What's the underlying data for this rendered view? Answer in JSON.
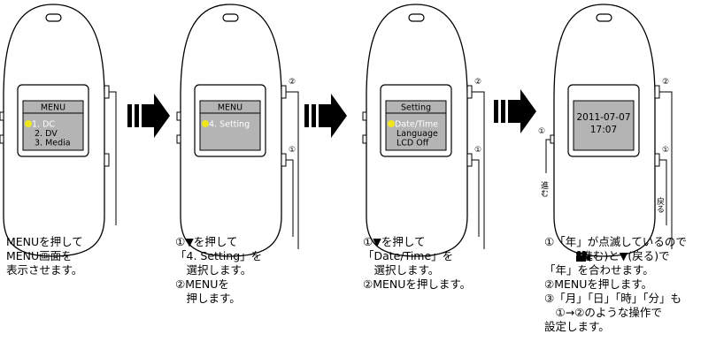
{
  "steps": [
    {
      "menu_header": "MENU",
      "menu_items": [
        "1. DC",
        "2. DV",
        "3. Media"
      ],
      "caption": [
        "MENUを押して",
        "MENU画面を",
        "表示させます。"
      ]
    },
    {
      "menu_header": "MENU",
      "menu_items": [
        "4. Setting"
      ],
      "button_top_label": "②",
      "button_bottom_label": "①",
      "caption": [
        "①▼を押して",
        "「4. Setting」を",
        "　選択します。",
        "②MENUを",
        "　押します。"
      ]
    },
    {
      "menu_header": "Setting",
      "menu_items": [
        "Date/Time",
        "Language",
        "LCD Off"
      ],
      "button_top_label": "②",
      "button_bottom_label": "①",
      "caption": [
        "①▼を押して",
        "「Date/Time」を",
        "　選択します。",
        "②MENUを押します。"
      ]
    },
    {
      "date_text": "2011-07-07",
      "time_text": "17:07",
      "button_top_label": "②",
      "button_bottom_label": "①",
      "left_button_label": "①",
      "side_label_advance": "進む",
      "side_label_back": "戻る",
      "caption": [
        "①「年」が点滅しているので",
        "　　　(進む)と▼(戻る)で",
        "「年」を合わせます。",
        "②MENUを押します。",
        "③「月」「日」「時」「分」も",
        "　①→②のような操作で",
        "設定します。"
      ]
    }
  ],
  "colors": {
    "outline": "#000000",
    "screen_fill": "#b4b4b4",
    "highlight": "#f0e61e",
    "arrow": "#000000"
  },
  "icons": [
    "right-arrow-icon",
    "camera-icon"
  ]
}
